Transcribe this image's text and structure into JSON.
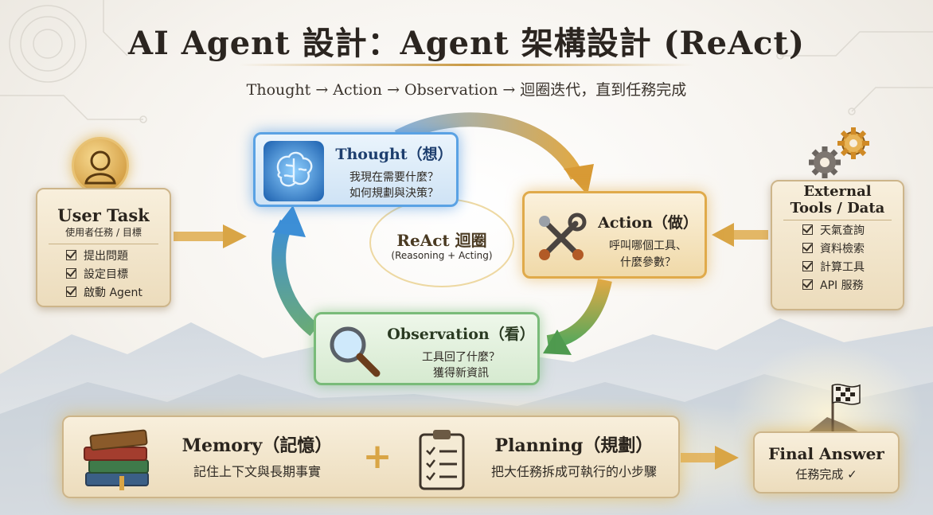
{
  "title": "AI Agent 設計：Agent 架構設計 (ReAct)",
  "subtitle": "Thought → Action → Observation → 迴圈迭代，直到任務完成",
  "user_task": {
    "title": "User Task",
    "subtitle": "使用者任務 / 目標",
    "items": [
      "提出問題",
      "設定目標",
      "啟動 Agent"
    ]
  },
  "thought": {
    "title": "Thought（想）",
    "lines": [
      "我現在需要什麼？",
      "如何規劃與決策？"
    ],
    "icon": "brain-icon"
  },
  "action": {
    "title": "Action（做）",
    "lines": [
      "呼叫哪個工具、",
      "什麼參數？"
    ],
    "icon": "tools-icon"
  },
  "observation": {
    "title": "Observation（看）",
    "lines": [
      "工具回了什麼？",
      "獲得新資訊"
    ],
    "icon": "magnifier-icon"
  },
  "react_center": {
    "title": "ReAct 迴圈",
    "subtitle": "(Reasoning + Acting)"
  },
  "external": {
    "title_line1": "External",
    "title_line2": "Tools / Data",
    "items": [
      "天氣查詢",
      "資料檢索",
      "計算工具",
      "API 服務"
    ],
    "icon": "gears-icon"
  },
  "memory": {
    "title": "Memory（記憶）",
    "desc": "記住上下文與長期事實",
    "icon": "books-icon"
  },
  "plus": "+",
  "planning": {
    "title": "Planning（規劃）",
    "desc": "把大任務拆成可執行的小步驟",
    "icon": "clipboard-icon"
  },
  "final": {
    "title": "Final Answer",
    "subtitle": "任務完成 ✓",
    "icon": "flag-icon"
  },
  "colors": {
    "gold": "#d9a545",
    "blue": "#3d8fd6",
    "green": "#5aa85a",
    "text": "#2a241d"
  }
}
